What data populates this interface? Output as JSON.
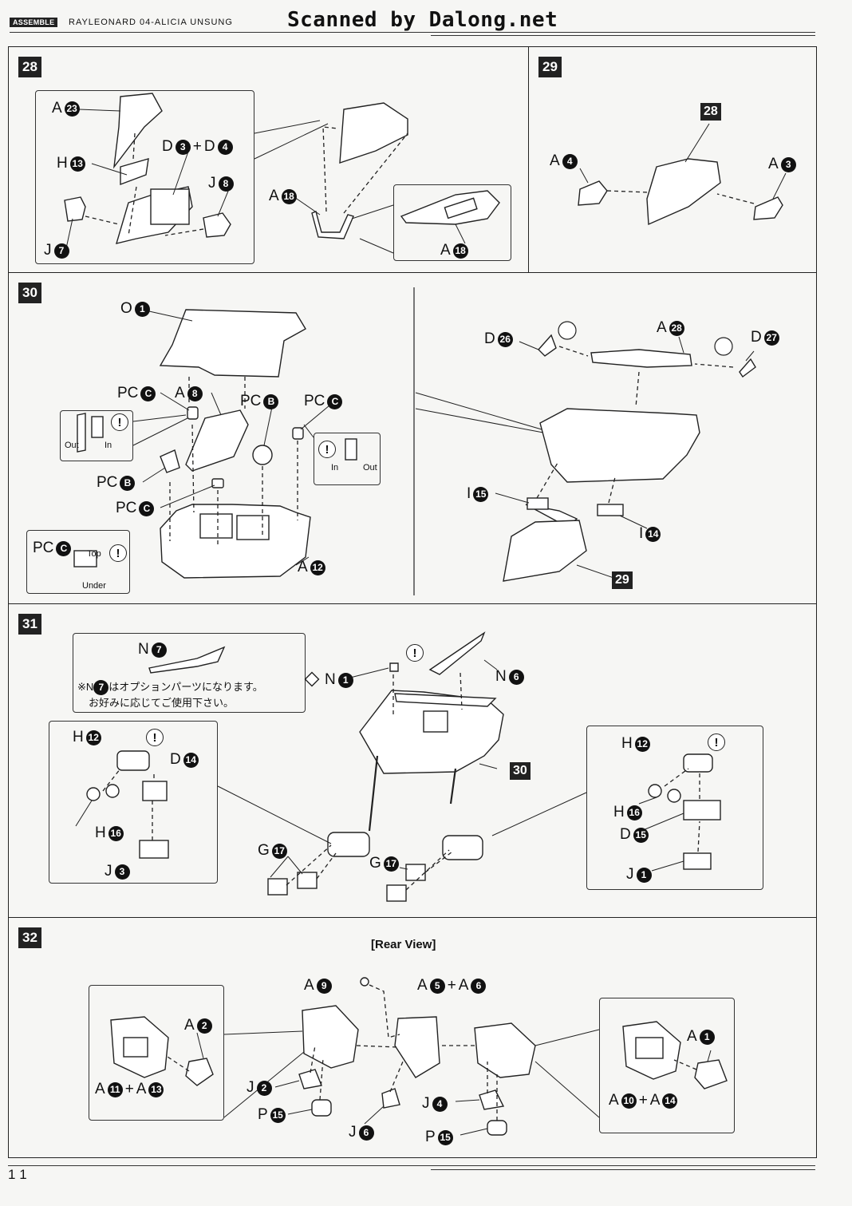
{
  "header": {
    "section_tag": "ASSEMBLE",
    "model_name": "RAYLEONARD 04-ALICIA UNSUNG",
    "scan_watermark": "Scanned by Dalong.net"
  },
  "page_number": "11",
  "steps": {
    "s28": {
      "number": "28",
      "labels": {
        "a23": "A",
        "h13": "H",
        "d3": "D",
        "plus": "+",
        "d4": "D",
        "j8": "J",
        "j7": "J",
        "a18a": "A",
        "a18b": "A"
      },
      "nums": {
        "a23": "23",
        "h13": "13",
        "d3": "3",
        "d4": "4",
        "j8": "8",
        "j7": "7",
        "a18a": "18",
        "a18b": "18"
      }
    },
    "s29": {
      "number": "29",
      "ref": "28",
      "labels": {
        "a4": "A",
        "a3": "A"
      },
      "nums": {
        "a4": "4",
        "a3": "3"
      }
    },
    "s30": {
      "number": "30",
      "ref": "29",
      "labels": {
        "o1": "O",
        "pcc1": "PC",
        "a8": "A",
        "pcb1": "PC",
        "pcc2": "PC",
        "pcb2": "PC",
        "pcc3": "PC",
        "pcc4": "PC",
        "a12": "A",
        "d26": "D",
        "a28": "A",
        "d27": "D",
        "i15": "I",
        "i14": "I"
      },
      "nums": {
        "o1": "1",
        "pcc1": "C",
        "a8": "8",
        "pcb1": "B",
        "pcc2": "C",
        "pcb2": "B",
        "pcc3": "C",
        "pcc4": "C",
        "a12": "12",
        "d26": "26",
        "a28": "28",
        "d27": "27",
        "i15": "15",
        "i14": "14"
      },
      "notes": {
        "out1": "Out",
        "in1": "In",
        "in2": "In",
        "out2": "Out",
        "top": "Top",
        "under": "Under"
      }
    },
    "s31": {
      "number": "31",
      "ref": "30",
      "labels": {
        "n7": "N",
        "n1": "N",
        "n6": "N",
        "h12a": "H",
        "d14": "D",
        "h16a": "H",
        "j3": "J",
        "g17a": "G",
        "g17b": "G",
        "h12b": "H",
        "h16b": "H",
        "d15": "D",
        "j1": "J"
      },
      "nums": {
        "n7": "7",
        "n1": "1",
        "n6": "6",
        "h12a": "12",
        "d14": "14",
        "h16a": "16",
        "j3": "3",
        "g17a": "17",
        "g17b": "17",
        "h12b": "12",
        "h16b": "16",
        "d15": "15",
        "j1": "1"
      },
      "option_note_1a": "※N",
      "option_note_1_num": "7",
      "option_note_1b": "はオプションパーツになります。",
      "option_note_2": "お好みに応じてご使用下さい。"
    },
    "s32": {
      "number": "32",
      "view_title": "[Rear View]",
      "labels": {
        "a2": "A",
        "a11": "A",
        "plus1": "+",
        "a13": "A",
        "a9": "A",
        "a5": "A",
        "plus2": "+",
        "a6": "A",
        "j2": "J",
        "p15a": "P",
        "j6": "J",
        "j4": "J",
        "p15b": "P",
        "a1": "A",
        "a10": "A",
        "plus3": "+",
        "a14": "A"
      },
      "nums": {
        "a2": "2",
        "a11": "11",
        "a13": "13",
        "a9": "9",
        "a5": "5",
        "a6": "6",
        "j2": "2",
        "p15a": "15",
        "j6": "6",
        "j4": "4",
        "p15b": "15",
        "a1": "1",
        "a10": "10",
        "a14": "14"
      }
    }
  }
}
